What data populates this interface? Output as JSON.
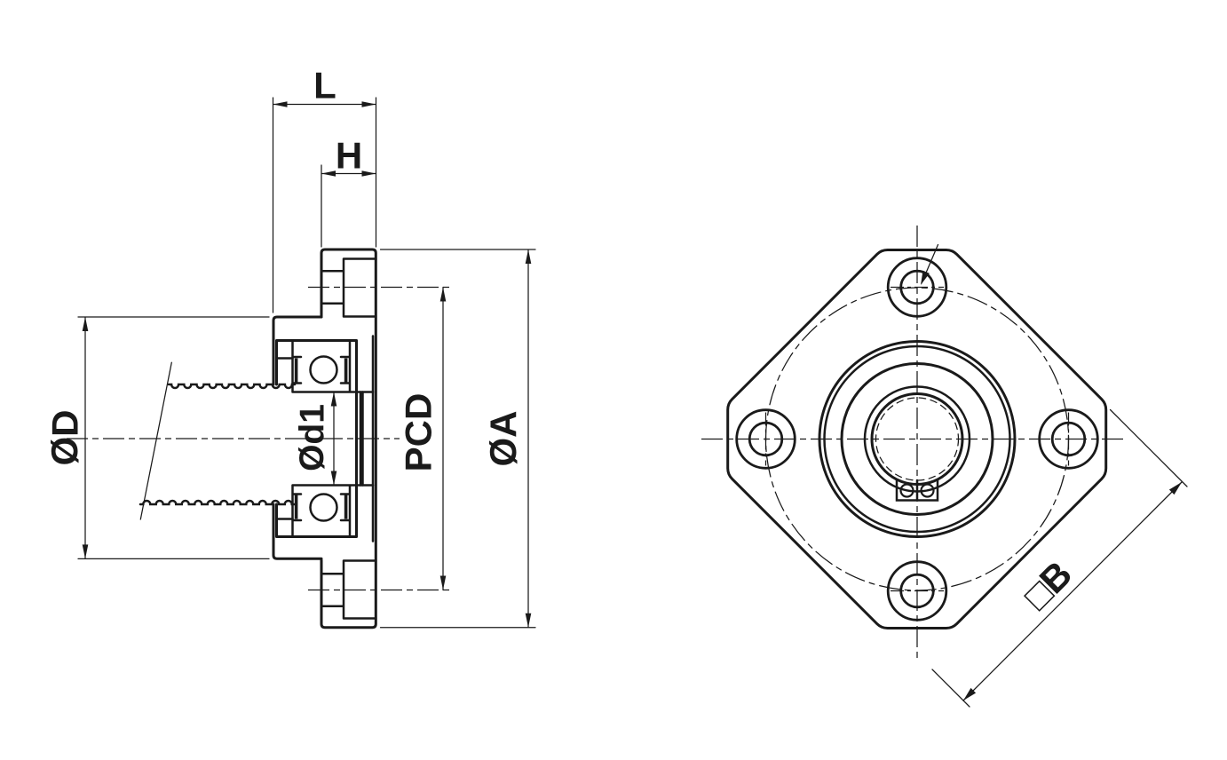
{
  "drawing": {
    "type": "engineering-drawing",
    "subject": "flanged ball screw support bearing unit, section view and front view",
    "colors": {
      "background": "#ffffff",
      "ink": "#1a1a1a"
    },
    "labels": {
      "overall_length": "L",
      "flange_thickness": "H",
      "housing_outer_diameter": "ØD",
      "bore_diameter": "Ød1",
      "pitch_circle_diameter": "PCD",
      "flange_outer_diameter": "ØA",
      "flange_square_size": "□B"
    }
  }
}
